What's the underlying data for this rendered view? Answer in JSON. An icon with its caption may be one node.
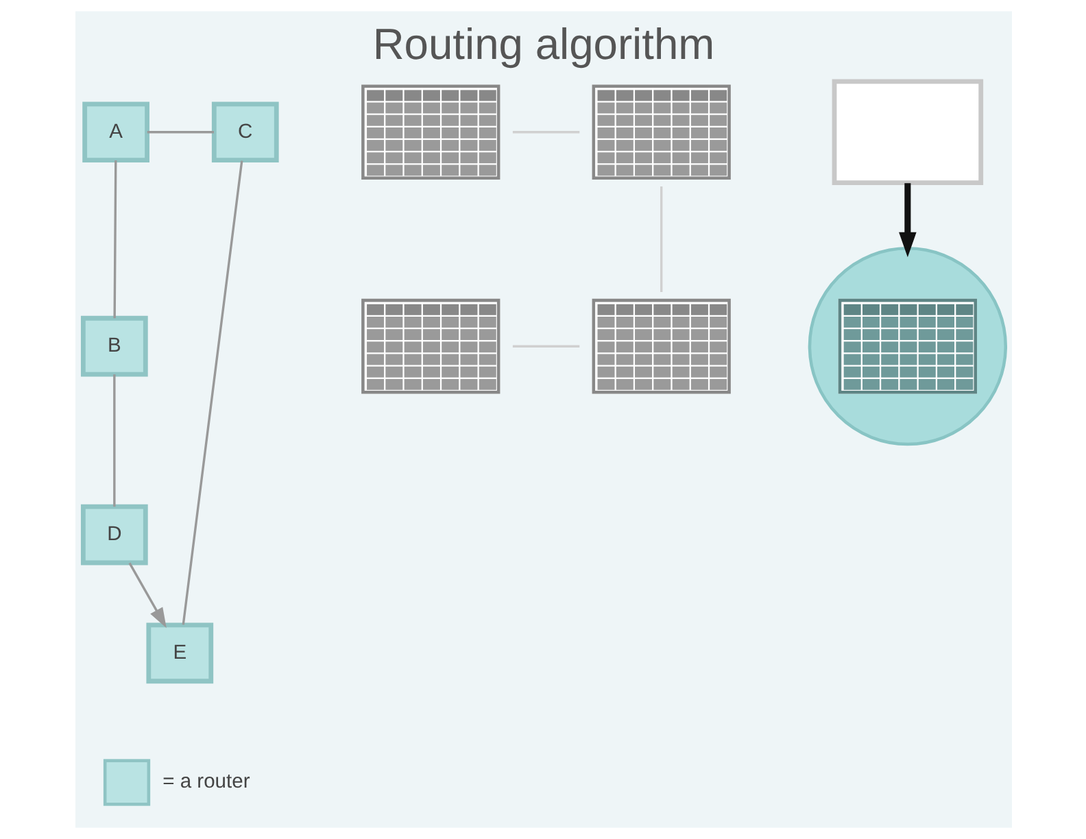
{
  "diagram": {
    "title": "Routing algorithm",
    "nodes": [
      {
        "text": [
          "A"
        ]
      },
      {
        "text": [
          "C"
        ]
      },
      {
        "text": [
          "B"
        ]
      },
      {
        "text": [
          "D"
        ]
      },
      {
        "text": [
          "E"
        ]
      },
      {
        "text": [],
        "shape": "picture"
      },
      {
        "text": [],
        "shape": "picture"
      },
      {
        "text": [],
        "shape": "circle"
      },
      {
        "text": [],
        "shape": "box"
      },
      {
        "text": [],
        "shape": "picture"
      },
      {
        "text": [],
        "shape": "picture"
      }
    ],
    "edges": [
      {
        "from": 0,
        "to": 1,
        "arrow": "none"
      },
      {
        "from": 0,
        "to": 2,
        "arrow": "none"
      },
      {
        "from": 2,
        "to": 3,
        "arrow": "none"
      },
      {
        "from": 3,
        "to": 4,
        "arrow": "to"
      },
      {
        "from": 1,
        "to": 4,
        "arrow": "none"
      },
      {
        "from": 5,
        "to": 6,
        "arrow": "none",
        "color": "#d0d0d0"
      },
      {
        "from": 6,
        "to": 10,
        "arrow": "none",
        "color": "#d0d0d0"
      },
      {
        "from": 9,
        "to": 10,
        "arrow": "none",
        "color": "#d0d0d0"
      },
      {
        "from": 8,
        "to": 7,
        "arrow": "to",
        "style": "thick",
        "color": "#111111"
      }
    ],
    "legend": [
      {
        "text": "= a router",
        "color": "#b9e3e3"
      }
    ]
  }
}
